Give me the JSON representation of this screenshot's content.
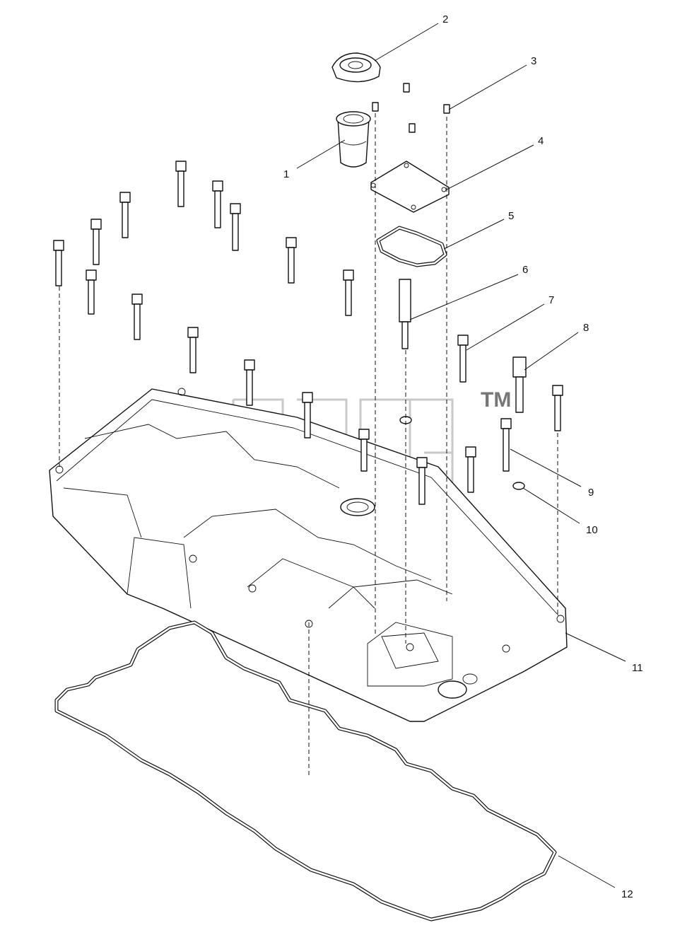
{
  "watermark": {
    "trademark": "TM"
  },
  "callouts": [
    {
      "id": "1",
      "label": "1"
    },
    {
      "id": "2",
      "label": "2"
    },
    {
      "id": "3",
      "label": "3"
    },
    {
      "id": "4",
      "label": "4"
    },
    {
      "id": "5",
      "label": "5"
    },
    {
      "id": "6",
      "label": "6"
    },
    {
      "id": "7",
      "label": "7"
    },
    {
      "id": "8",
      "label": "8"
    },
    {
      "id": "9",
      "label": "9"
    },
    {
      "id": "10",
      "label": "10"
    },
    {
      "id": "11",
      "label": "11"
    },
    {
      "id": "12",
      "label": "12"
    }
  ]
}
